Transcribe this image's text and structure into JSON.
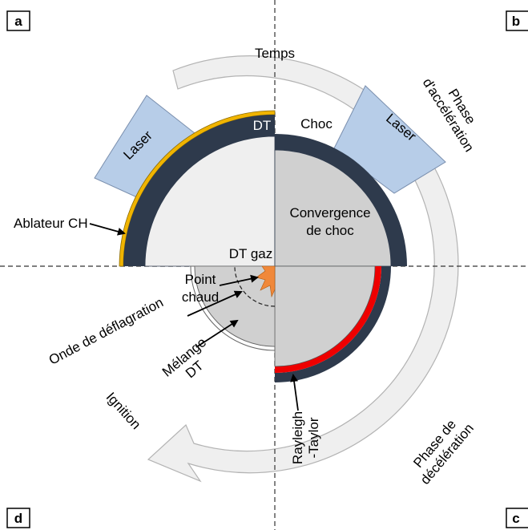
{
  "panels": {
    "a": "a",
    "b": "b",
    "c": "c",
    "d": "d"
  },
  "arrow_labels": {
    "time": "Temps",
    "acceleration": [
      "Phase",
      "d'accélération"
    ],
    "deceleration": [
      "Phase de",
      "décélération"
    ],
    "ignition": "Ignition"
  },
  "quadrant_a": {
    "laser": "Laser",
    "dt_layer": "DT",
    "ablator": "Ablateur CH",
    "dt_gas": "DT gaz"
  },
  "quadrant_b": {
    "shock": "Choc",
    "laser": "Laser",
    "convergence": [
      "Convergence",
      "de choc"
    ]
  },
  "quadrant_c": {
    "instability": [
      "Rayleigh",
      "-Taylor"
    ]
  },
  "quadrant_d": {
    "hot_spot": [
      "Point",
      "chaud"
    ],
    "deflagration": "Onde de déflagration",
    "mixture": [
      "Mélange",
      "DT"
    ]
  },
  "colors": {
    "shell": "#2e3a4c",
    "ablator": "#f0b400",
    "laser": "#b7cde8",
    "gas_light": "#efefef",
    "gas_dark": "#d0d0d0",
    "hot_spot": "#f0883a",
    "rt_layer": "#ee0000",
    "time_arrow": "#efefef"
  }
}
